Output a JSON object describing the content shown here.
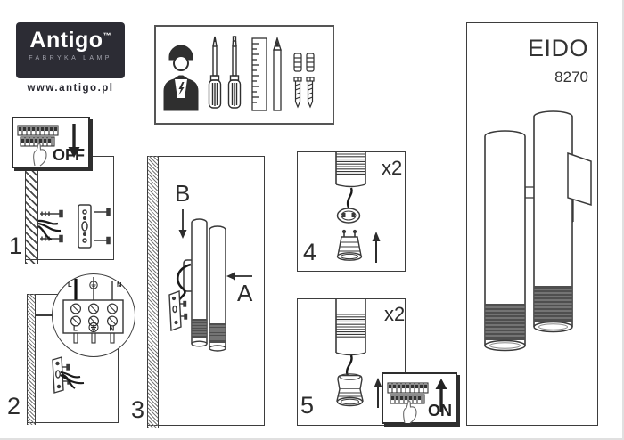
{
  "brand": {
    "name": "Antigo",
    "trademark": "™",
    "tagline": "FABRYKA LAMP",
    "website": "www.antigo.pl",
    "logo_bg": "#2c2c34"
  },
  "product": {
    "name": "EIDO",
    "model": "8270"
  },
  "colors": {
    "line": "#3a3a3a",
    "shade_dark": "#4f4f4f",
    "rib_light": "#9a9a9a",
    "wire": "#1a1a1a"
  },
  "tools_panel": {
    "icons": [
      "electrician-icon",
      "phillips-screwdriver-icon",
      "flat-screwdriver-icon",
      "ruler-icon",
      "pencil-icon",
      "wall-plug-icon",
      "screw-icon"
    ]
  },
  "steps": {
    "step1": {
      "number": "1",
      "power_label": "OFF"
    },
    "step2": {
      "number": "2",
      "wire_live": "L",
      "wire_neutral": "N",
      "terminal_live": "L",
      "terminal_neutral": "N"
    },
    "step3": {
      "number": "3",
      "label_a": "A",
      "label_b": "B"
    },
    "step4": {
      "number": "4",
      "quantity": "x2"
    },
    "step5": {
      "number": "5",
      "quantity": "x2",
      "power_label": "ON"
    }
  }
}
